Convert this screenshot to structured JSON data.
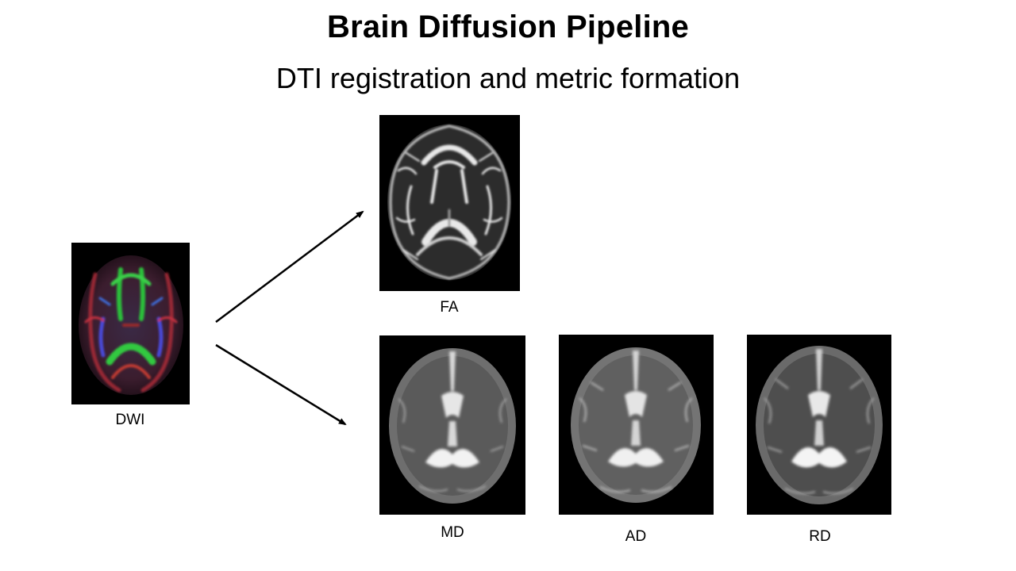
{
  "slide": {
    "title": "Brain Diffusion Pipeline",
    "subtitle": "DTI registration and metric formation"
  },
  "nodes": {
    "dwi": {
      "label": "DWI",
      "kind": "color-fa-map"
    },
    "fa": {
      "label": "FA",
      "kind": "fa-map"
    },
    "md": {
      "label": "MD",
      "kind": "diffusivity-map"
    },
    "ad": {
      "label": "AD",
      "kind": "diffusivity-map"
    },
    "rd": {
      "label": "RD",
      "kind": "diffusivity-map"
    }
  },
  "edges": [
    {
      "from": "DWI",
      "to": "FA"
    },
    {
      "from": "DWI",
      "to": "MD"
    }
  ],
  "colors": {
    "background": "#ffffff",
    "panel": "#000000",
    "arrow": "#000000",
    "text": "#000000"
  }
}
